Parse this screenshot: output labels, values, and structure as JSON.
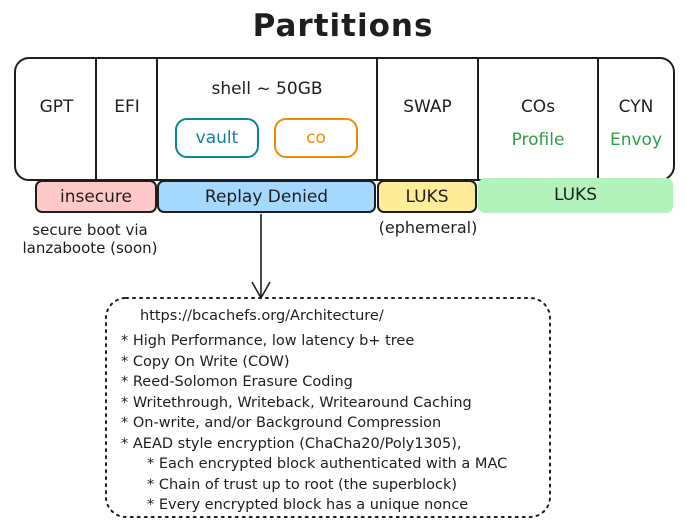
{
  "title": "Partitions",
  "partitions": {
    "gpt": "GPT",
    "efi": "EFI",
    "shell": "shell ~ 50GB",
    "vault": "vault",
    "co": "co",
    "swap": "SWAP",
    "cos": "COs",
    "cos_sub": "Profile",
    "cyn": "CYN",
    "cyn_sub": "Envoy"
  },
  "bands": {
    "insecure": "insecure",
    "replay_denied": "Replay Denied",
    "luks_swap": "LUKS",
    "luks_main": "LUKS"
  },
  "notes": {
    "secure_boot_line1": "secure boot via",
    "secure_boot_line2": "lanzaboote (soon)",
    "ephemeral": "(ephemeral)"
  },
  "details": {
    "url": "https://bcachefs.org/Architecture/",
    "items": [
      "* High Performance, low latency b+ tree",
      "* Copy On Write (COW)",
      "* Reed-Solomon Erasure Coding",
      "* Writethrough, Writeback, Writearound Caching",
      "* On-write, and/or Background Compression",
      "* AEAD style encryption (ChaCha20/Poly1305),"
    ],
    "subitems": [
      "* Each encrypted block authenticated with a MAC",
      "* Chain of trust up to root (the superblock)",
      "* Every encrypted block has a unique nonce"
    ]
  },
  "colors": {
    "insecure_fill": "#ffc9c9",
    "replay_fill": "#a5d8ff",
    "luks_swap_fill": "#ffec99",
    "luks_main_fill": "#b2f2bb",
    "vault_border": "#0c8599",
    "co_border": "#f08c00",
    "green_text": "#2f9e44"
  }
}
